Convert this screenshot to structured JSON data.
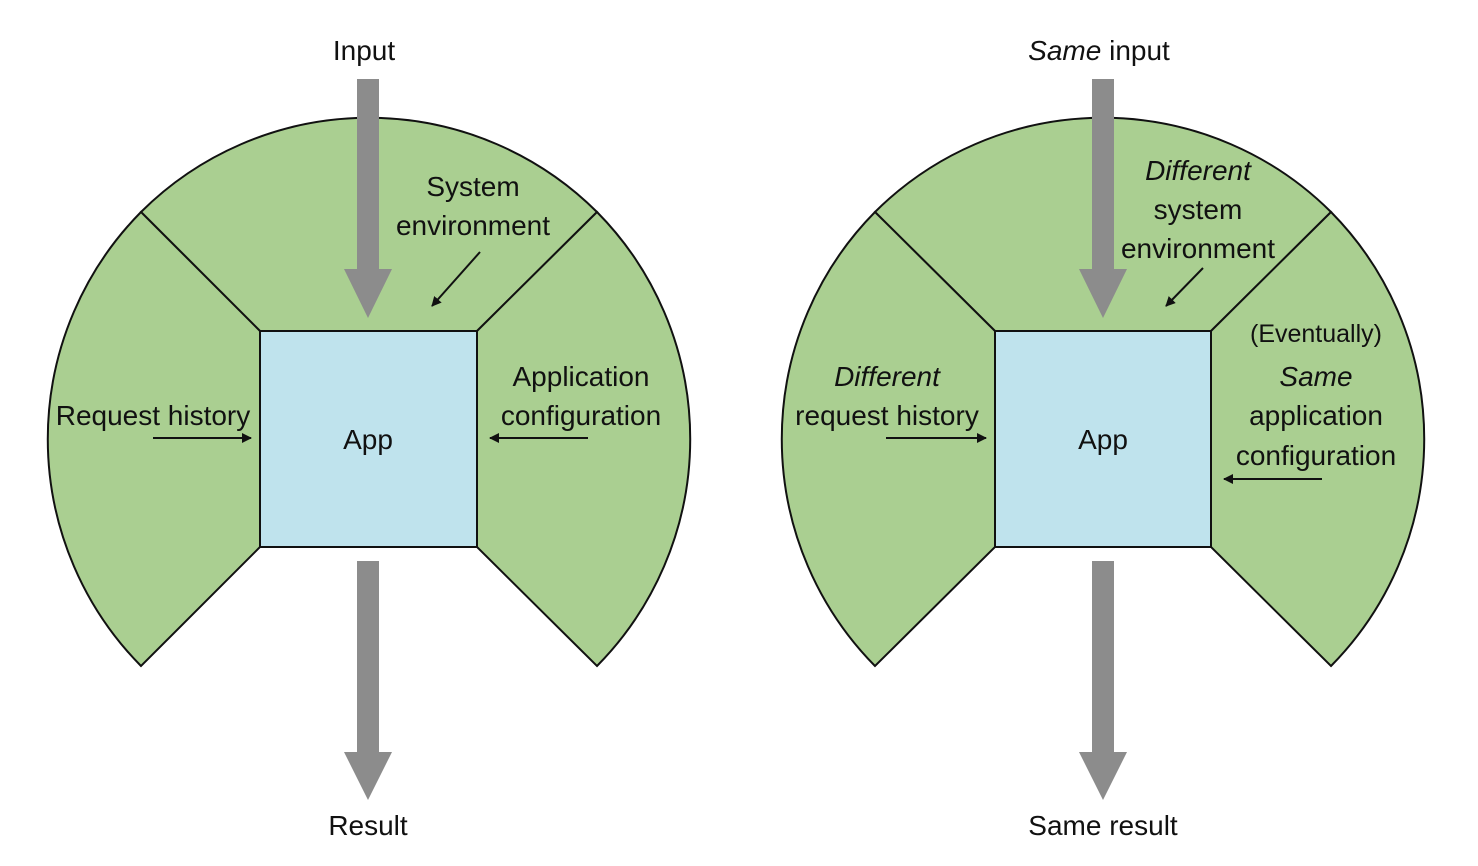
{
  "colors": {
    "sector_fill": "#aacf91",
    "app_fill": "#bfe3ed",
    "arrow_gray": "#8c8c8c",
    "stroke": "#111111"
  },
  "left": {
    "input": "Input",
    "result": "Result",
    "app": "App",
    "system_line1": "System",
    "system_line2": "environment",
    "request_history": "Request history",
    "appconfig_line1": "Application",
    "appconfig_line2": "configuration"
  },
  "right": {
    "input_em": "Same",
    "input_rest": " input",
    "result": "Same result",
    "app": "App",
    "system_line1": "Different",
    "system_line2": "system",
    "system_line3": "environment",
    "request_line1": "Different",
    "request_line2": "request history",
    "appconfig_line0": "(Eventually)",
    "appconfig_line1": "Same",
    "appconfig_line2": "application",
    "appconfig_line3": "configuration"
  }
}
